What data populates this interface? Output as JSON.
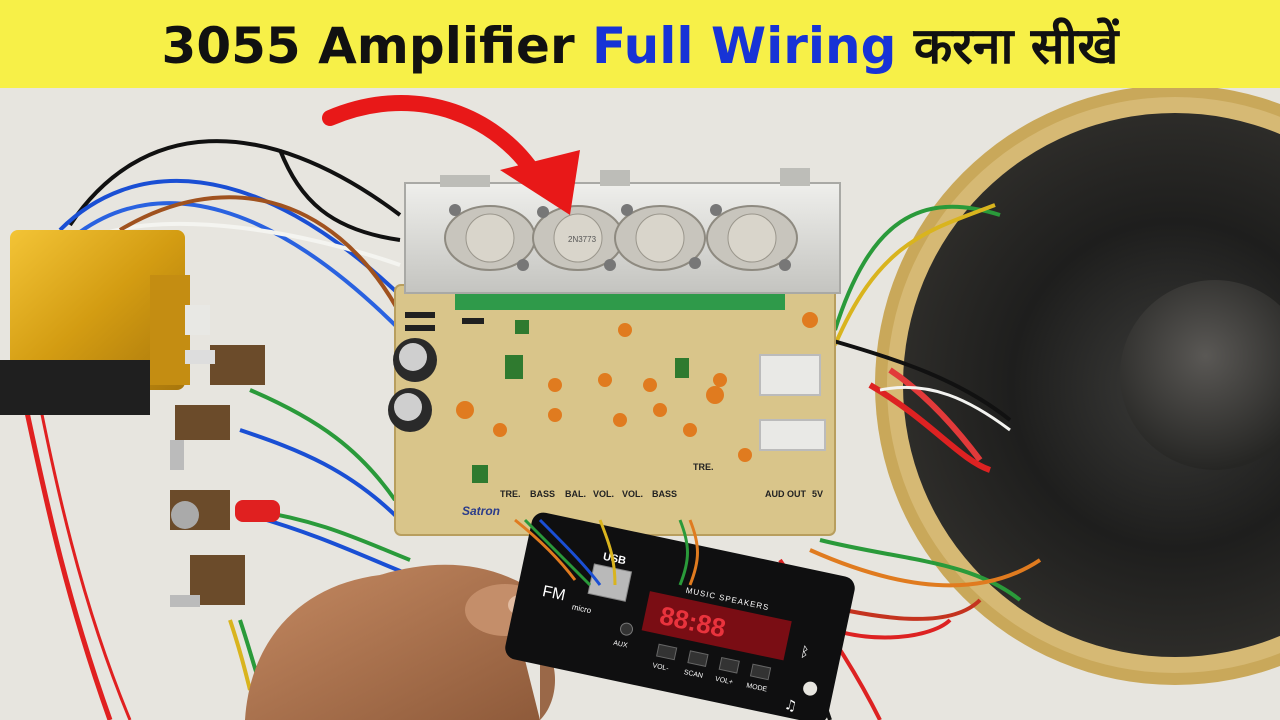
{
  "banner": {
    "part1": "3055 Amplifier ",
    "part2": "Full Wiring",
    "part3": " करना सीखें",
    "colors": {
      "background": "#f7f048",
      "text": "#111111",
      "highlight": "#1733d6"
    }
  },
  "board": {
    "brand": "Satron",
    "labels": [
      "TRE.",
      "BASS",
      "BAL.",
      "VOL.",
      "VOL.",
      "BASS",
      "TRE.",
      "AUD OUT",
      "5V"
    ],
    "transistor_marking": "2N3773"
  },
  "mp3_module": {
    "usb_label": "USB",
    "fm_label": "FM",
    "micro_label": "micro",
    "aux_label": "AUX",
    "title": "MUSIC SPEAKERS",
    "buttons": [
      "VOL-",
      "SCAN",
      "VOL+",
      "MODE"
    ],
    "display": "88:88"
  },
  "colors": {
    "arrow": "#e81818",
    "transformer": "#d9a318",
    "pcb": "#d8c78a",
    "heatsink": "#d9d9d6"
  }
}
